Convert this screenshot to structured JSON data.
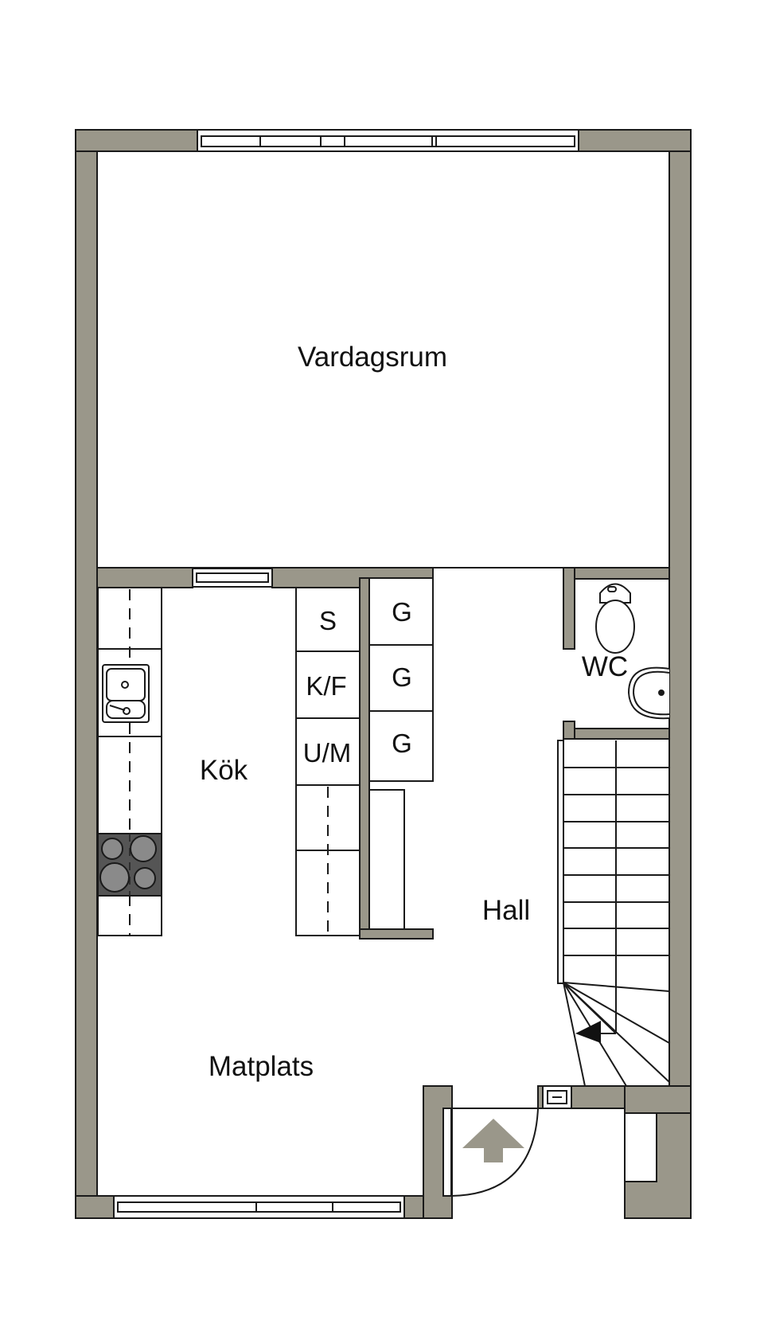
{
  "plan": {
    "wall_color": "#9a978a",
    "line_color": "#1a1a1a",
    "cooktop_color": "#555555",
    "rooms": {
      "living": "Vardagsrum",
      "kitchen": "Kök",
      "dining": "Matplats",
      "hall": "Hall",
      "wc": "WC"
    },
    "cabinets": {
      "s": "S",
      "kf": "K/F",
      "um": "U/M",
      "g1": "G",
      "g2": "G",
      "g3": "G"
    },
    "icons": [
      "sink-icon",
      "cooktop-icon",
      "toilet-icon",
      "washbasin-icon",
      "stairs-icon",
      "entrance-arrow-icon",
      "door-swing-icon"
    ]
  }
}
